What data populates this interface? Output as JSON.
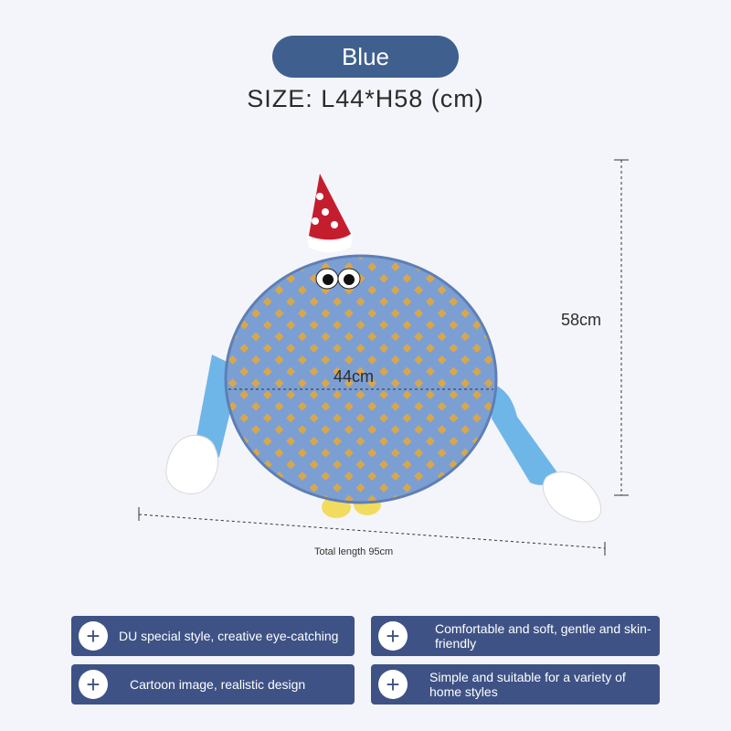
{
  "header": {
    "color_label": "Blue",
    "size_text": "SIZE: L44*H58 (cm)"
  },
  "dimensions": {
    "width_label": "44cm",
    "height_label": "58cm",
    "total_label": "Total length 95cm"
  },
  "features": [
    {
      "text": "DU special style, creative eye-catching"
    },
    {
      "text": "Comfortable and soft, gentle and skin-friendly"
    },
    {
      "text": "Cartoon image, realistic design"
    },
    {
      "text": "Simple and suitable for a variety of home styles"
    }
  ],
  "colors": {
    "pill": "#3f5f8f",
    "feature_bar": "#3e5285",
    "plush_blue": "#7a9fd4",
    "plush_dot": "#d9a84a",
    "hat_red": "#c41e2e"
  }
}
